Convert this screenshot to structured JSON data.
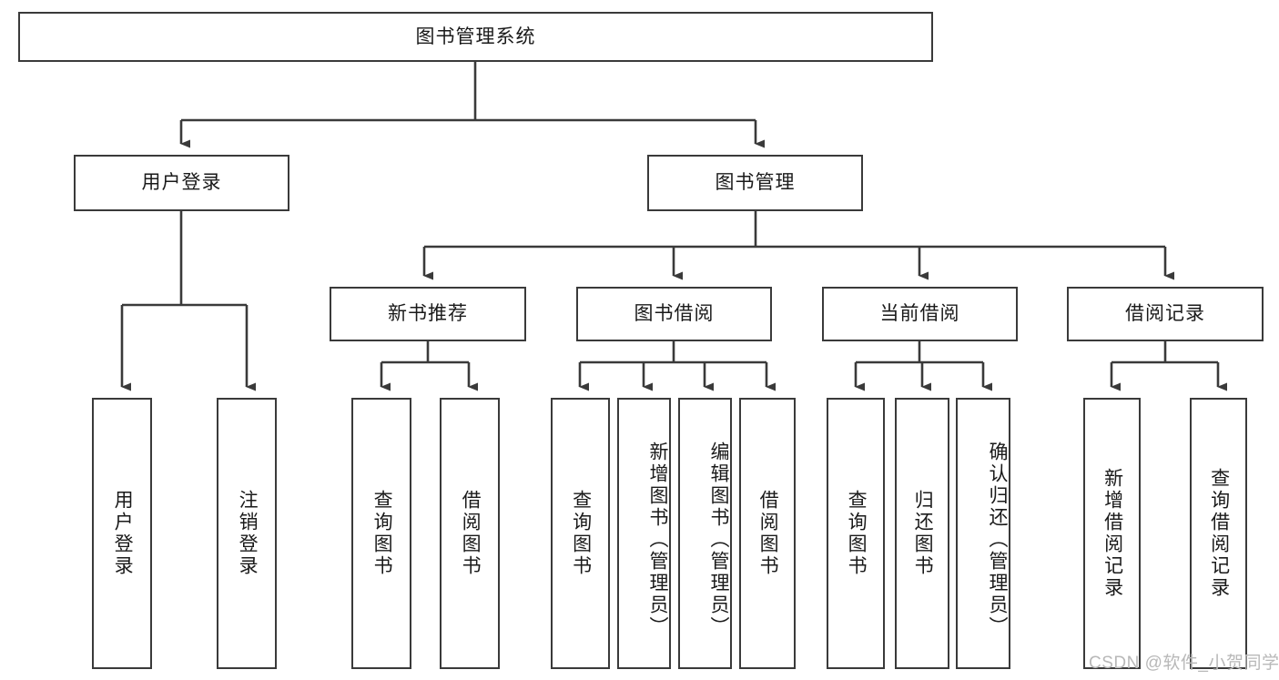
{
  "diagram": {
    "title": "图书管理系统",
    "type": "tree-hierarchy-chart",
    "root": {
      "label": "图书管理系统"
    },
    "level2": [
      {
        "label": "用户登录"
      },
      {
        "label": "图书管理"
      }
    ],
    "level3": [
      {
        "label": "新书推荐"
      },
      {
        "label": "图书借阅"
      },
      {
        "label": "当前借阅"
      },
      {
        "label": "借阅记录"
      }
    ],
    "leaves": {
      "user_login": [
        {
          "label": "用户登录"
        },
        {
          "label": "注销登录"
        }
      ],
      "new_book_recommend": [
        {
          "label": "查询图书"
        },
        {
          "label": "借阅图书"
        }
      ],
      "book_borrow": [
        {
          "label": "查询图书"
        },
        {
          "label": "新增图书（管理员）"
        },
        {
          "label": "编辑图书（管理员）"
        },
        {
          "label": "借阅图书"
        }
      ],
      "current_borrow": [
        {
          "label": "查询图书"
        },
        {
          "label": "归还图书"
        },
        {
          "label": "确认归还（管理员）"
        }
      ],
      "borrow_record": [
        {
          "label": "新增借阅记录"
        },
        {
          "label": "查询借阅记录"
        }
      ]
    }
  },
  "watermark": {
    "text": "CSDN @软件_小贺同学"
  },
  "colors": {
    "box_border": "#3a3a3a",
    "connector": "#3a3a3a",
    "background": "#ffffff",
    "text": "#1a1a1a",
    "watermark": "#b8b8b8"
  }
}
